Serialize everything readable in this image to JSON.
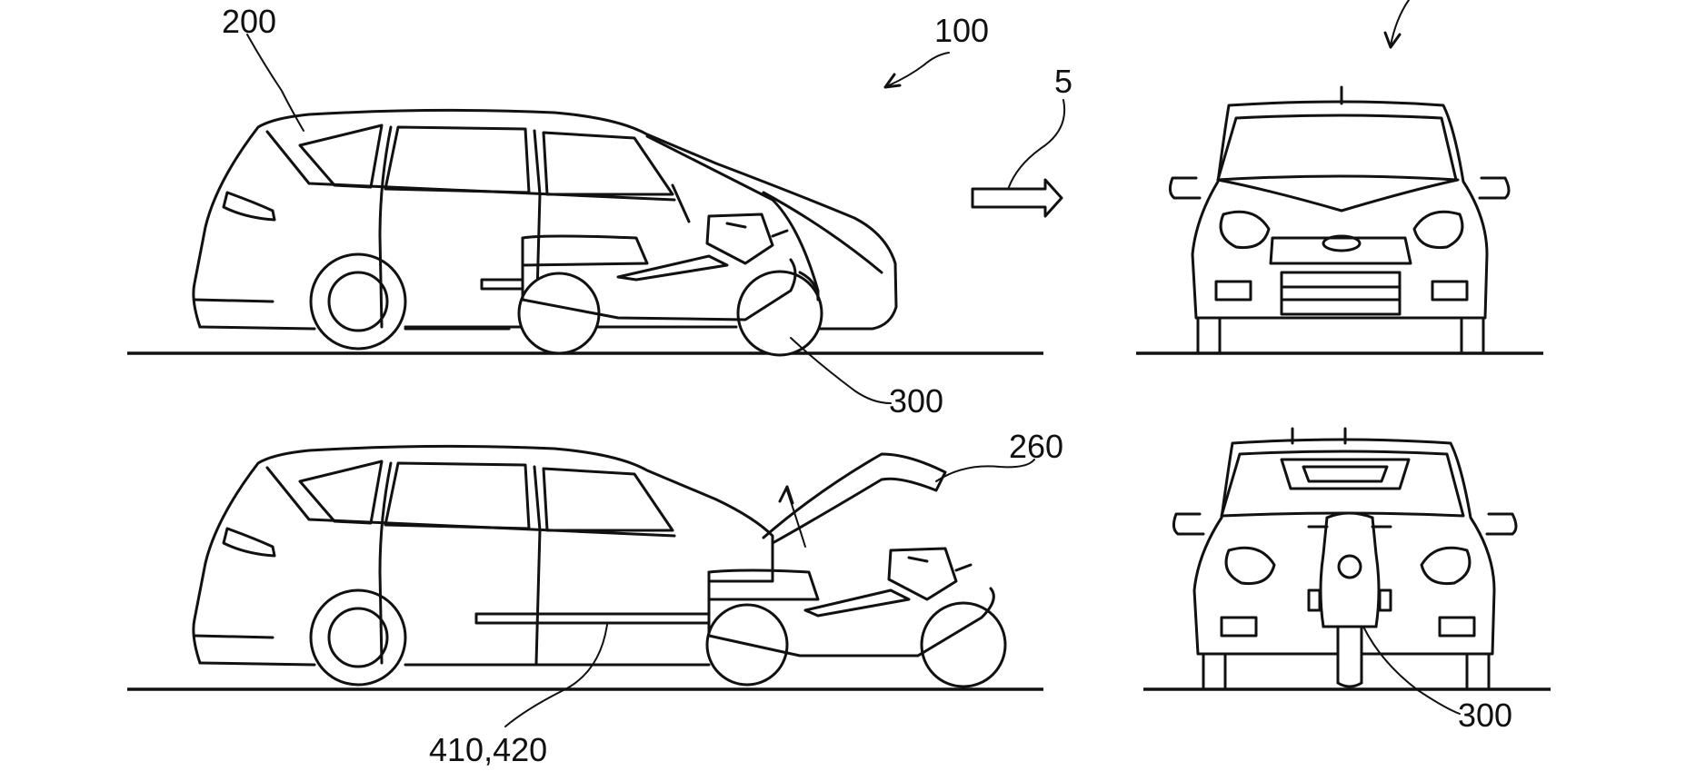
{
  "figure": {
    "labels": {
      "car": "200",
      "system": "100",
      "direction": "5",
      "motorcycle_top": "300",
      "hood": "260",
      "rails": "410,420",
      "motorcycle_front": "300"
    },
    "icons": [
      "car-side-view-icon",
      "car-front-view-icon",
      "motorcycle-icon",
      "arrow-icon"
    ]
  }
}
